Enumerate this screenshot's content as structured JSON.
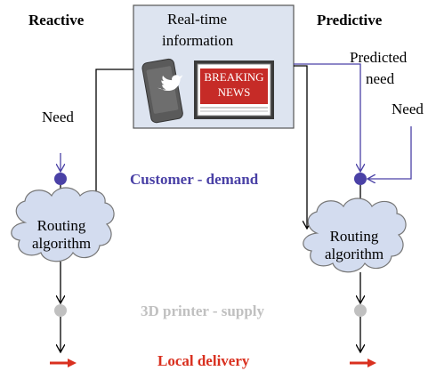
{
  "headings": {
    "left": "Reactive",
    "right": "Predictive"
  },
  "info_box": {
    "line1": "Real-time",
    "line2": "information"
  },
  "news_sign": {
    "line1": "BREAKING",
    "line2": "NEWS"
  },
  "labels": {
    "need_left": "Need",
    "predicted_need_line1": "Predicted",
    "predicted_need_line2": "need",
    "need_right": "Need",
    "customer_demand": "Customer - demand",
    "printer_supply": "3D printer - supply",
    "local_delivery": "Local delivery"
  },
  "routing": {
    "line1": "Routing",
    "line2": "algorithm"
  },
  "colors": {
    "demand": "#4a41a6",
    "supply": "#c0c0c0",
    "delivery": "#d9301f",
    "cloud": "#d3dcef",
    "info_box": "#dde4f0",
    "news_red": "#c62b27",
    "phone": "#5a5a5a"
  },
  "icons": [
    "twitter-bird-icon",
    "phone-icon",
    "breaking-news-icon"
  ]
}
